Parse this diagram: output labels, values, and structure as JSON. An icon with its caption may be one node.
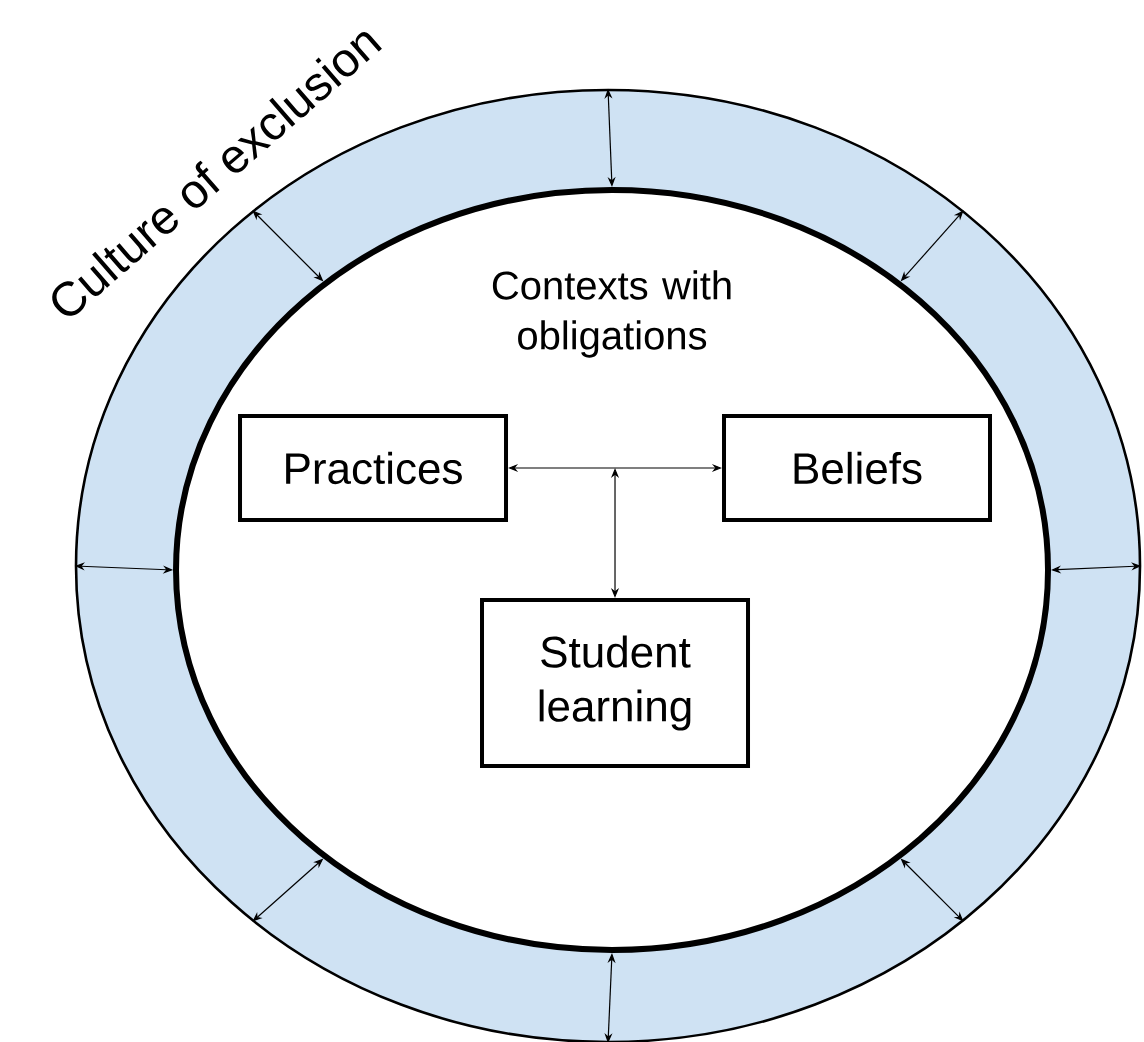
{
  "diagram": {
    "nodes": [
      {
        "text": [
          "Culture of exclusion"
        ]
      },
      {
        "text": [
          "Contexts with obligations"
        ],
        "in": 0
      },
      {
        "text": [
          "Practices"
        ],
        "in": 1
      },
      {
        "text": [
          "Beliefs"
        ],
        "in": 1
      },
      {
        "text": [
          "Student learning"
        ],
        "in": 1
      }
    ],
    "edges": [
      {
        "from": 2,
        "to": 3,
        "arrow": "both"
      },
      {
        "from": 4,
        "to": null,
        "arrow": "both"
      },
      {
        "from": 1,
        "to": 0,
        "arrow": "both"
      },
      {
        "from": 1,
        "to": 0,
        "arrow": "both"
      },
      {
        "from": 1,
        "to": 0,
        "arrow": "both"
      },
      {
        "from": 1,
        "to": 0,
        "arrow": "both"
      },
      {
        "from": 1,
        "to": 0,
        "arrow": "both"
      },
      {
        "from": 1,
        "to": 0,
        "arrow": "both"
      },
      {
        "from": 1,
        "to": 0,
        "arrow": "both"
      },
      {
        "from": 1,
        "to": 0,
        "arrow": "both"
      }
    ]
  }
}
